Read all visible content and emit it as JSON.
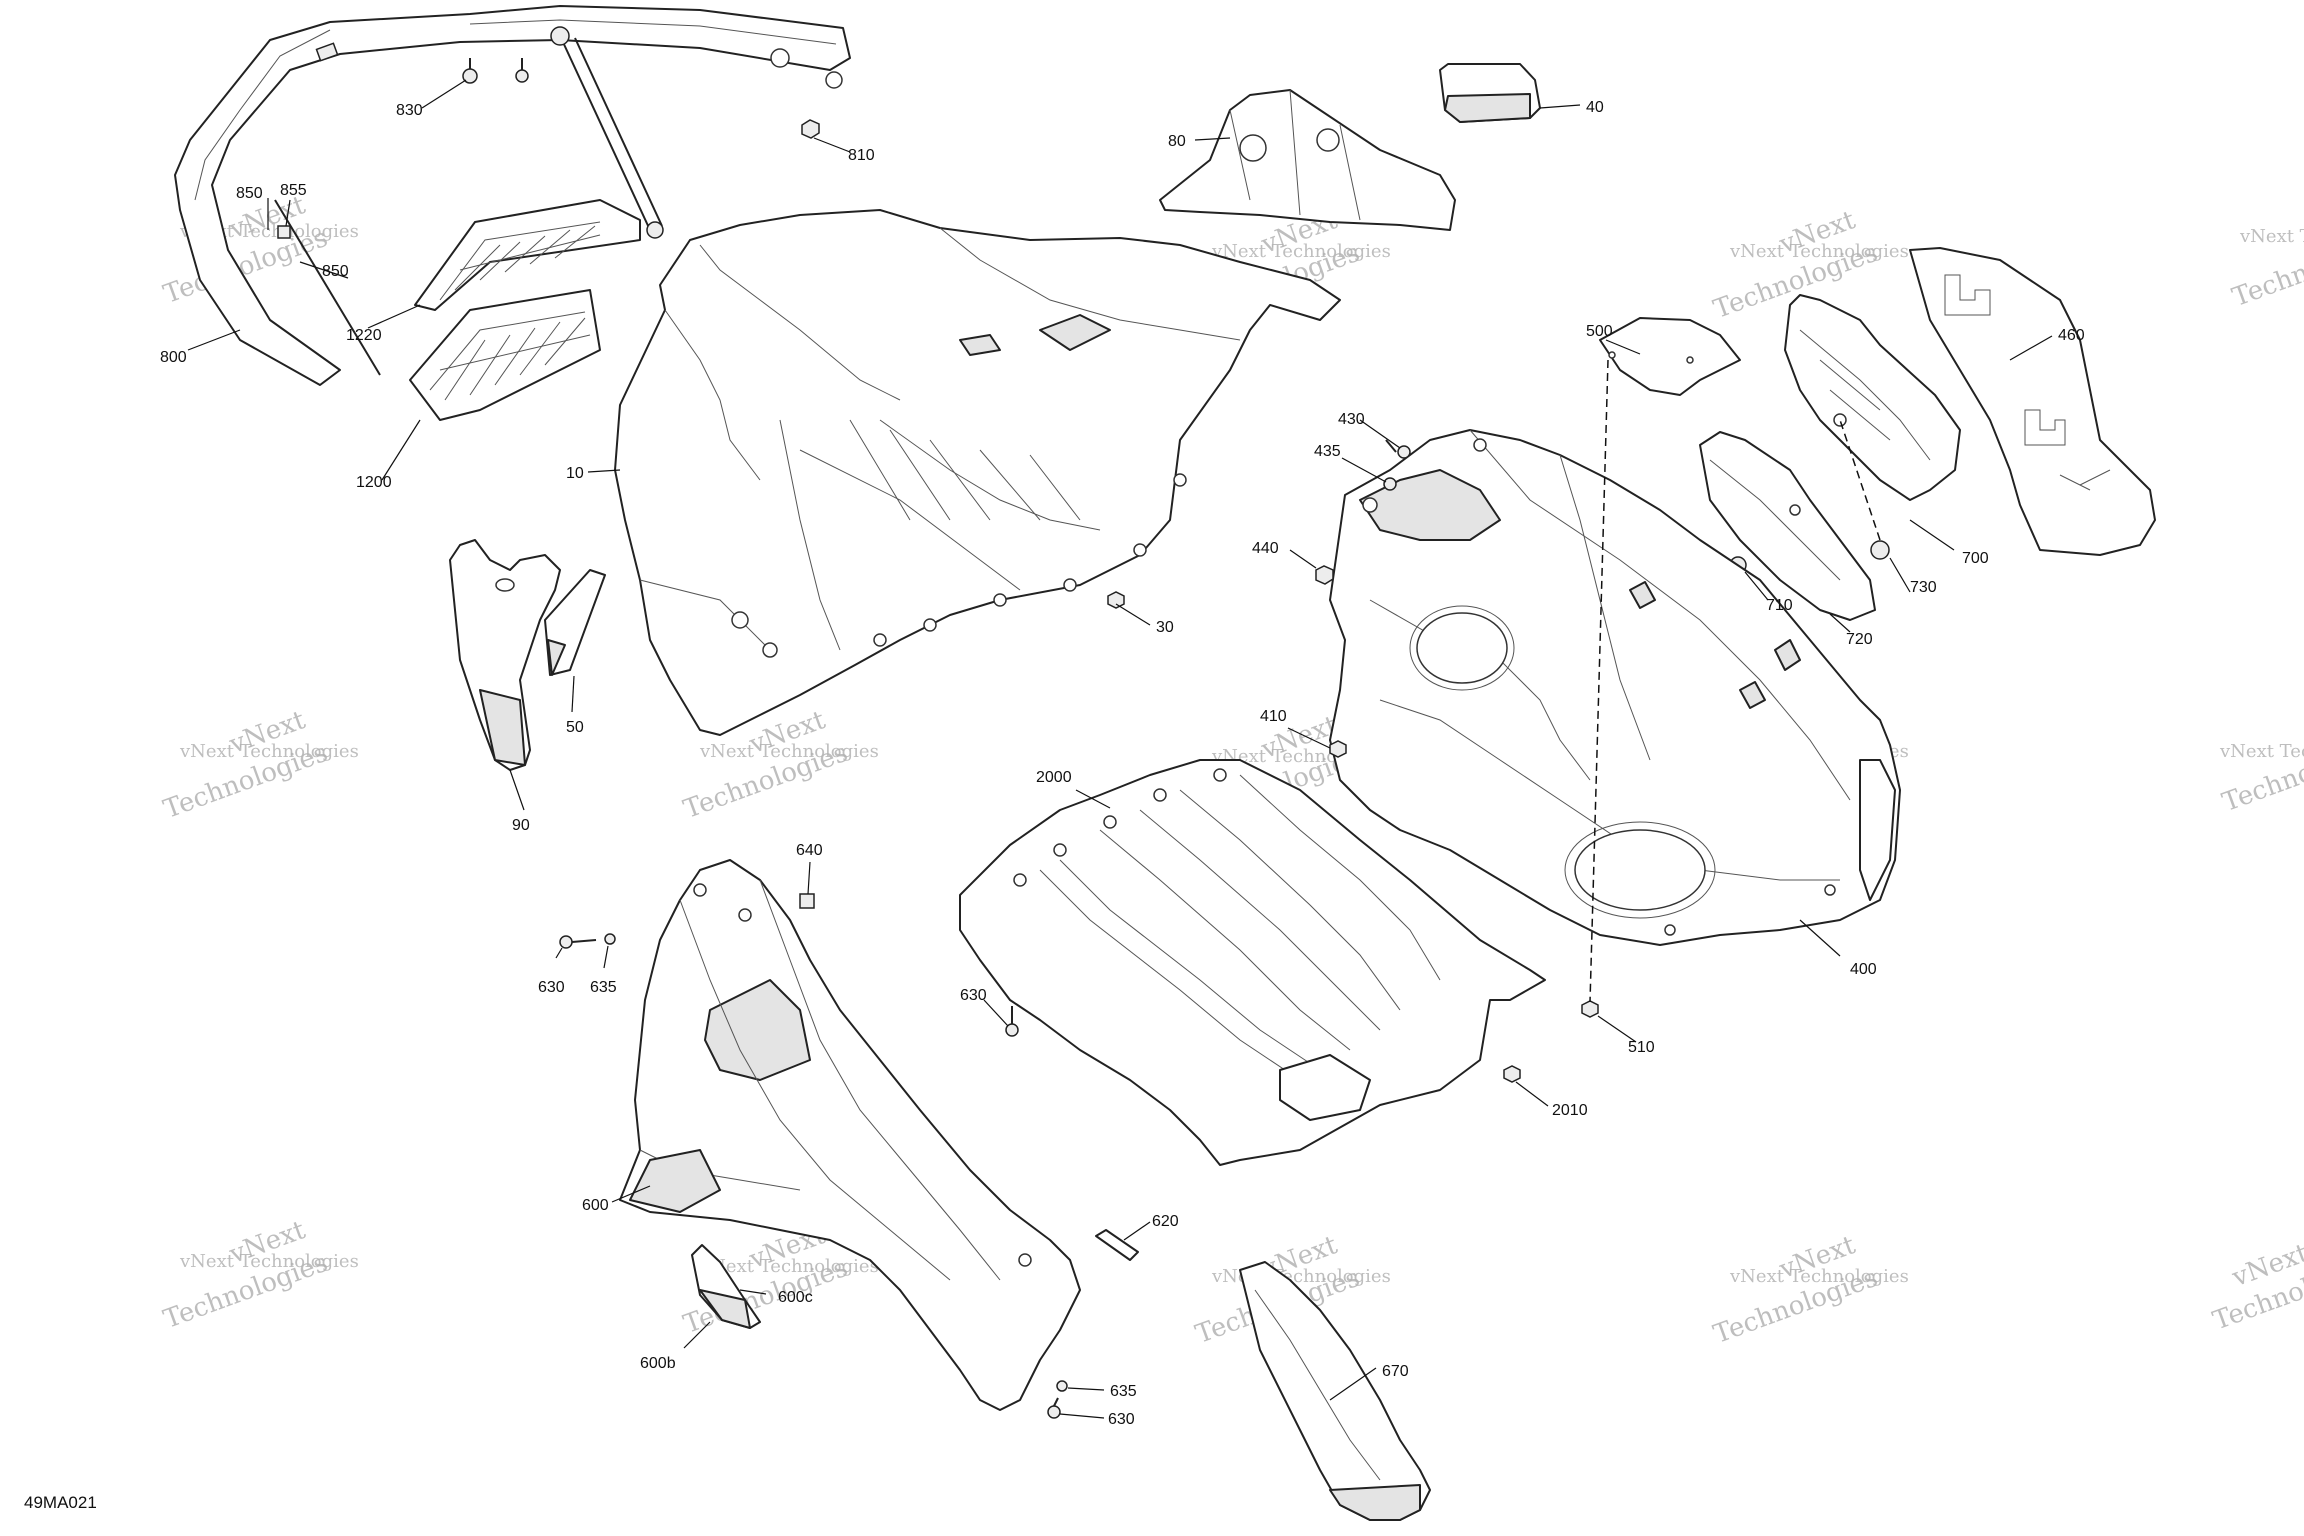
{
  "figure_code": "49MA021",
  "watermark": {
    "line1": "vNext Technologies",
    "line2": "vNext",
    "line3": "Technologies"
  },
  "callouts": {
    "c10": "10",
    "c30": "30",
    "c40": "40",
    "c50": "50",
    "c80": "80",
    "c90": "90",
    "c400": "400",
    "c410": "410",
    "c430": "430",
    "c435": "435",
    "c440": "440",
    "c460": "460",
    "c500": "500",
    "c510": "510",
    "c600": "600",
    "c600b": "600b",
    "c600c": "600c",
    "c620": "620",
    "c630a": "630",
    "c630b": "630",
    "c630c": "630",
    "c635a": "635",
    "c635b": "635",
    "c640": "640",
    "c670": "670",
    "c700": "700",
    "c710": "710",
    "c720": "720",
    "c730": "730",
    "c800": "800",
    "c810": "810",
    "c830": "830",
    "c850a": "850",
    "c850b": "850",
    "c855": "855",
    "c1200": "1200",
    "c1220": "1220",
    "c2000": "2000",
    "c2010": "2010"
  }
}
